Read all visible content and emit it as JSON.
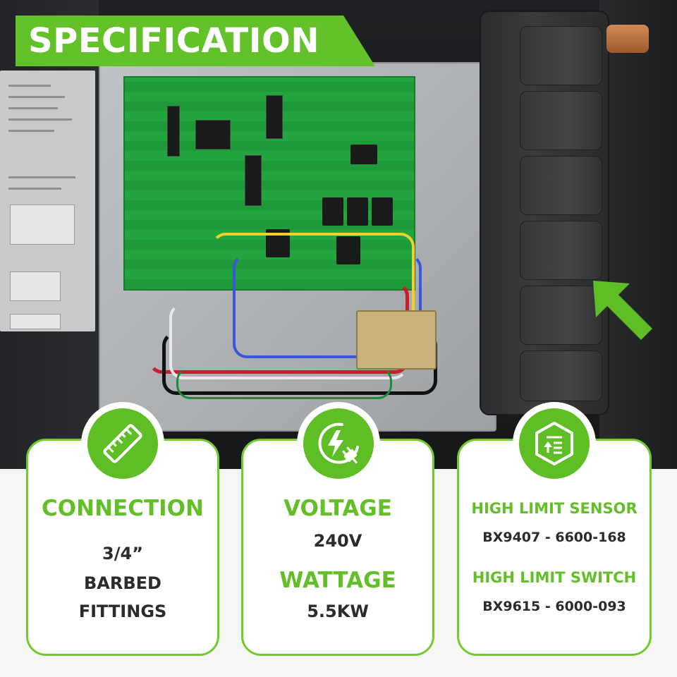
{
  "banner": {
    "title": "SPECIFICATION"
  },
  "colors": {
    "accent": "#62bf27",
    "card_border": "#73c92e",
    "text": "#2b2b2b"
  },
  "cards": [
    {
      "icon": "ruler-icon",
      "heading": "CONNECTION",
      "lines": [
        "3/4”",
        "BARBED",
        "FITTINGS"
      ]
    },
    {
      "icon": "power-plug-icon",
      "sections": [
        {
          "heading": "VOLTAGE",
          "value": "240V"
        },
        {
          "heading": "WATTAGE",
          "value": "5.5KW"
        }
      ]
    },
    {
      "icon": "list-badge-icon",
      "sections": [
        {
          "heading": "HIGH LIMIT SENSOR",
          "value": "BX9407 - 6600-168"
        },
        {
          "heading": "HIGH LIMIT SWITCH",
          "value": "BX9615 - 6000-093"
        }
      ]
    }
  ]
}
